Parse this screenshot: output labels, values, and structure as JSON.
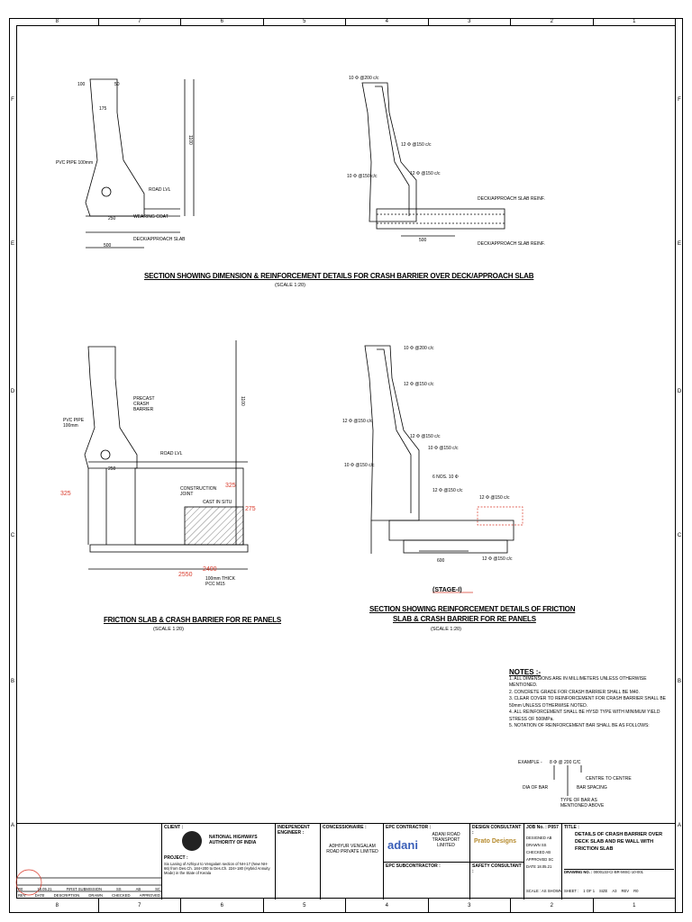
{
  "zones_top": [
    "8",
    "7",
    "6",
    "5",
    "4",
    "3",
    "2",
    "1"
  ],
  "zones_side": [
    "F",
    "E",
    "D",
    "C",
    "B",
    "A"
  ],
  "section1": {
    "title": "SECTION SHOWING DIMENSION & REINFORCEMENT DETAILS FOR CRASH BARRIER OVER DECK/APPROACH SLAB",
    "scale": "(SCALE 1:20)",
    "labels": {
      "pvc": "PVC PIPE 100mm",
      "road": "ROAD LVL",
      "wearing": "WEARING COAT",
      "deck": "DECK/APPROACH SLAB",
      "w500": "500",
      "w250": "250",
      "h1100": "1100",
      "d175": "175",
      "d50a": "50",
      "d50b": "100"
    },
    "rebar": {
      "r1": "10 Φ @200 c/c",
      "r2": "12 Φ @150 c/c",
      "r3": "12 Φ @150 c/c",
      "r4": "10 Φ @150 c/c",
      "deck1": "DECK/APPROACH SLAB REINF.",
      "deck2": "DECK/APPROACH SLAB REINF.",
      "w500": "500"
    }
  },
  "section2": {
    "title": "FRICTION SLAB & CRASH BARRIER FOR RE PANELS",
    "scale": "(SCALE 1:20)",
    "labels": {
      "precast": "PRECAST CRASH BARRIER",
      "pvc": "PVC PIPE 100mm",
      "road": "ROAD LVL",
      "joint": "CONSTRUCTION JOINT",
      "cast": "CAST IN SITU",
      "pcc": "100mm THICK PCC M15",
      "red1": "325",
      "red2": "325",
      "red3": "275",
      "red4": "2550",
      "red5": "2400",
      "d250": "250",
      "d1100": "1100"
    }
  },
  "section3": {
    "title_l1": "SECTION SHOWING REINFORCEMENT DETAILS OF FRICTION",
    "title_l2": "SLAB & CRASH BARRIER FOR RE PANELS",
    "scale": "(SCALE 1:20)",
    "stage": "(STAGE-I)",
    "rebar": {
      "r1": "10 Φ @200 c/c",
      "r2": "12 Φ @150 c/c",
      "r3": "12 Φ @150 c/c",
      "r4": "12 Φ @150 c/c",
      "r5": "10 Φ @150 c/c",
      "r6": "6 NOS. 10 Φ",
      "r7": "12 Φ @150 c/c",
      "r8": "10 Φ @150 c/c",
      "r9": "12 Φ @150 c/c",
      "r10": "12 Φ @150 c/c",
      "w600": "600"
    }
  },
  "notes": {
    "heading": "NOTES :-",
    "items": [
      "1. ALL DIMENSIONS ARE IN MILLIMETERS UNLESS OTHERWISE MENTIONED.",
      "2. CONCRETE GRADE FOR CRASH BARRIER SHALL BE M40.",
      "3. CLEAR COVER TO REINFORCEMENT FOR CRASH BARRIER SHALL BE 50mm UNLESS OTHERWISE NOTED.",
      "4. ALL REINFORCEMENT SHALL BE HYSD TYPE WITH MINIMUM YIELD STRESS OF 500MPa.",
      "5. NOTATION OF REINFORCEMENT BAR SHALL BE AS FOLLOWS:"
    ],
    "example": "EXAMPLE -",
    "ex_code": "8  Φ  @  200  C/C",
    "ex_centre": "CENTRE TO CENTRE",
    "ex_spacing": "BAR SPACING",
    "ex_dia": "DIA OF BAR",
    "ex_type": "TYPE OF BAR AS MENTIONED ABOVE"
  },
  "titleblock": {
    "client_cap": "CLIENT :",
    "client_name": "NATIONAL HIGHWAYS AUTHORITY OF INDIA",
    "project_cap": "PROJECT :",
    "project_text": "Six Laning of Azhiyur to Vengalam section of NH-17 (New NH-66) from Des.Ch. 184+200 to Des.Ch. 224+180 (Hybrid Annuity Mode) in the State of Kerala",
    "engineer_cap": "INDEPENDENT ENGINEER :",
    "concessionaire_cap": "CONCESSIONAIRE :",
    "concessionaire_name": "ADHIYUR VENGALAM ROAD PRIVATE LIMITED",
    "epc_cap": "EPC CONTRACTOR :",
    "epc_name": "ADANI ROAD TRANSPORT LIMITED",
    "adani_logo": "adani",
    "epc_sub_cap": "EPC SUBCONTRACTOR :",
    "design_cap": "DESIGN CONSULTANT :",
    "design_logo": "Prato Designs",
    "safety_cap": "SAFETY CONSULTANT :",
    "job_no_cap": "JOB No. :",
    "job_no": "P057",
    "title_cap": "TITLE :",
    "title_text": "DETAILS OF CRASH BARRIER OVER DECK SLAB AND RE WALL WITH FRICTION SLAB",
    "drawing_cap": "DRAWING NO. :",
    "drawing_no": "0000133-CI-BR-MISC-10-001",
    "sheet_cap": "SHEET :",
    "sheet_no": "1 OF 1",
    "size_cap": "SIZE",
    "size": "A3",
    "rev_cap": "REV",
    "rev": "R0",
    "scale_cap": "SCALE :",
    "scale": "AS SHOWN",
    "rows": [
      {
        "k": "DESIGNED",
        "v": "AB"
      },
      {
        "k": "DRAWN",
        "v": "SS"
      },
      {
        "k": "CHECKED",
        "v": "AB"
      },
      {
        "k": "APPROVED",
        "v": "SC"
      },
      {
        "k": "DATE",
        "v": "18.05.21"
      }
    ],
    "rev_table_head": [
      "REV",
      "DATE",
      "DESCRIPTION",
      "DRAWN",
      "CHECKED",
      "APPROVED"
    ],
    "rev_row": [
      "R0",
      "18.05.21",
      "FIRST SUBMISSION",
      "SS",
      "AB",
      "SC"
    ]
  },
  "colors": {
    "red": "#d93a2b",
    "ink": "#000000"
  }
}
